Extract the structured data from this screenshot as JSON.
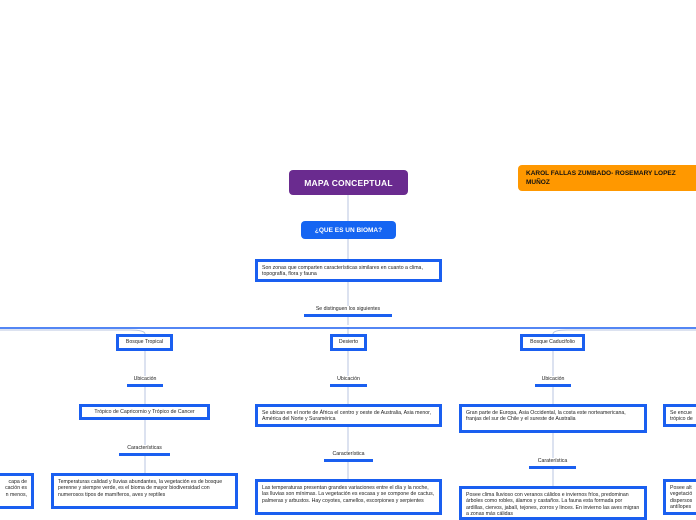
{
  "map": {
    "title": "MAPA CONCEPTUAL",
    "authors": "KAROL FALLAS ZUMBADO- ROSEMARY LOPEZ MUÑOZ",
    "question": "¿QUE ES UN BIOMA?",
    "definition": "Son zonas que comparten características similares en cuanto a clima, topografía, flora y fauna",
    "distinguish": "Se distinguen los siguientes"
  },
  "biomes": {
    "left_partial_text": "capa de\ncación es\nn menos,",
    "tropical": {
      "name": "Bosque Tropical",
      "location_label": "Ubicación",
      "location": "Trópico de Capricornio y Trópico de Cancer",
      "traits_label": "Características",
      "traits": "Temperaturas calidad y lluvias abundantes, la vegetación es de bosque perenne y siempre verde, es el bioma de mayor biodiversidad con numerosos tipos de mamíferos, aves y reptiles"
    },
    "desert": {
      "name": "Desierto",
      "location_label": "Ubicación",
      "location": "Se ubican en el norte de África el centro y oeste de Australia, Asia menor, América del Norte y Suramérica",
      "traits_label": "Característica",
      "traits": "Las temperaturas presentan grandes variaciones entre el día y la noche, las lluvias son mínimas.  La vegetación es escasa y se compone de cactus, palmeras y arbustos. Hay coyotes, camellos, escorpiones y serpientes"
    },
    "deciduous": {
      "name": "Bosque Caducifolio",
      "location_label": "Ubicación",
      "location": "Gran parte de Europa, Asia Occidental, la costa este norteamericana, franjas del sur de Chile y el sureste de Australia",
      "traits_label": "Caraterística",
      "traits": "Posee clima lluvioso con veranos cálidos e inviernos fríos, predominan árboles como robles, álamos y castaños. La fauna esta formada por ardillas, ciervos, jabalí, tejones, zorros y linces. En invierno las aves migran a zonas más cálidas"
    },
    "right_partial_location": "Se encue\ntrópico de",
    "right_partial_traits": "Posee alt\nvegetació\ndispersos\nantílopes"
  },
  "colors": {
    "title": "#6a2b8f",
    "question": "#1565f2",
    "authors": "#ff9800",
    "box_border": "#1a5ff0",
    "connector": "#b8c4e0",
    "trunk": "#1a5ff0"
  }
}
